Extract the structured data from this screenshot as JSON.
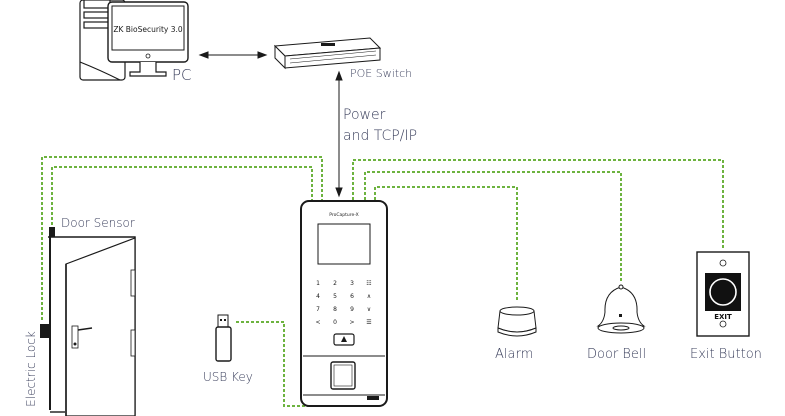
{
  "diagram": {
    "title": "ProCapture-X connection diagram",
    "wire_color": "#6db33f",
    "line_color": "#1a1a1a",
    "label_color": "#3a3f5c"
  },
  "nodes": {
    "pc": {
      "label": "PC",
      "screen_text": "ZK BioSecurity 3.0"
    },
    "switch": {
      "label": "POE Switch"
    },
    "link": {
      "label_line1": "Power",
      "label_line2": "and TCP/IP"
    },
    "device": {
      "brand": "ProCapture-X",
      "keypad": [
        "1",
        "2",
        "3",
        "M",
        "4",
        "5",
        "6",
        "^",
        "7",
        "8",
        "9",
        "v",
        "<",
        "0",
        ">",
        "OK"
      ]
    },
    "door_sensor": {
      "label": "Door Sensor"
    },
    "electric_lock": {
      "label": "Electric Lock"
    },
    "usb_key": {
      "label": "USB Key"
    },
    "alarm": {
      "label": "Alarm"
    },
    "door_bell": {
      "label": "Door Bell"
    },
    "exit_button": {
      "label": "Exit Button",
      "plate_text": "EXIT"
    }
  }
}
